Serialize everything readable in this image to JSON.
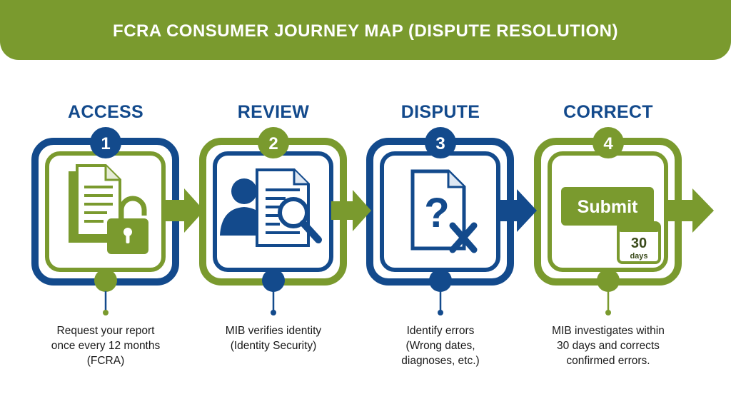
{
  "title": "FCRA CONSUMER JOURNEY MAP (DISPUTE RESOLUTION)",
  "colors": {
    "blue": "#134a8c",
    "green": "#7a9a2e"
  },
  "steps": [
    {
      "number": "1",
      "title": "ACCESS",
      "icon": "document-unlock-icon",
      "desc": [
        "Request your report",
        "once every 12 months",
        "(FCRA)"
      ]
    },
    {
      "number": "2",
      "title": "REVIEW",
      "icon": "person-document-magnifier-icon",
      "desc": [
        "MIB verifies identity",
        "(Identity Security)"
      ]
    },
    {
      "number": "3",
      "title": "DISPUTE",
      "icon": "document-question-x-icon",
      "desc": [
        "Identify errors",
        "(Wrong dates,",
        "diagnoses, etc.)"
      ]
    },
    {
      "number": "4",
      "title": "CORRECT",
      "icon": "submit-calendar-icon",
      "submit_label": "Submit",
      "calendar_number": "30",
      "calendar_unit": "days",
      "desc": [
        "MIB investigates within",
        "30 days and corrects",
        "confirmed errors."
      ]
    }
  ]
}
